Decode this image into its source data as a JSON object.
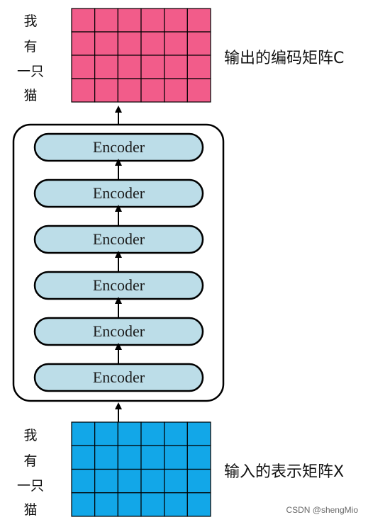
{
  "top_tokens": [
    "我",
    "有",
    "一只",
    "猫"
  ],
  "bottom_tokens": [
    "我",
    "有",
    "一只",
    "猫"
  ],
  "output_caption": "输出的编码矩阵C",
  "input_caption": "输入的表示矩阵X",
  "encoder_label": "Encoder",
  "encoders": [
    "Encoder",
    "Encoder",
    "Encoder",
    "Encoder",
    "Encoder",
    "Encoder"
  ],
  "grid": {
    "rows": 4,
    "cols": 6
  },
  "colors": {
    "output_matrix": "#f25c8a",
    "input_matrix": "#12a7e8",
    "encoder_fill": "#bcdde8",
    "stroke": "#000000"
  },
  "watermark": "CSDN @shengMio"
}
